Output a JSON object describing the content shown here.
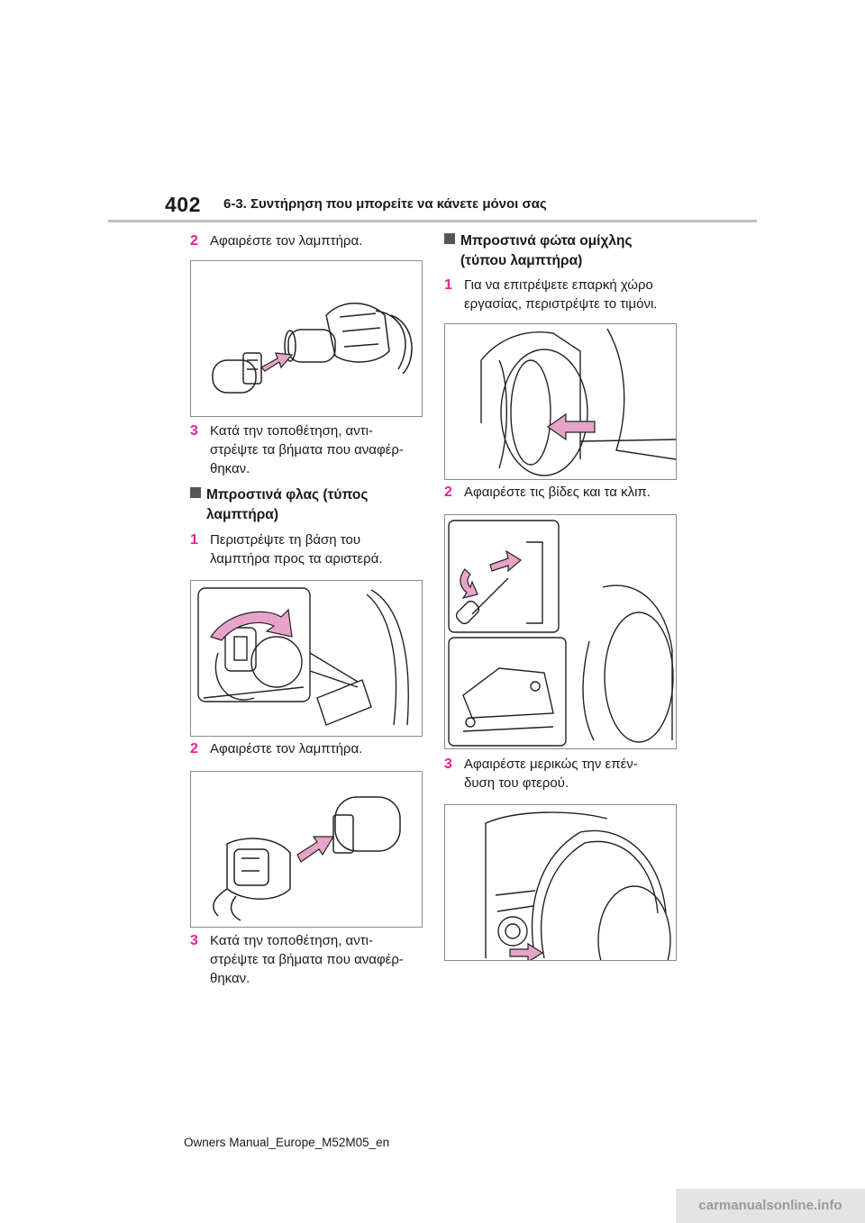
{
  "header": {
    "page_number": "402",
    "section_title": "6-3. Συντήρηση που μπορείτε να κάνετε μόνοι σας"
  },
  "left_column": {
    "step2_top": {
      "num": "2",
      "text": "Αφαιρέστε τον λαμπτήρα."
    },
    "step3_top": {
      "num": "3",
      "lines": [
        "Κατά την τοποθέτηση, αντι-",
        "στρέψτε τα βήματα που αναφέρ-",
        "θηκαν."
      ]
    },
    "turn_signal_heading": {
      "lines": [
        "Μπροστινά φλας (τύπος",
        "λαμπτήρα)"
      ]
    },
    "step1": {
      "num": "1",
      "lines": [
        "Περιστρέψτε τη βάση του",
        "λαμπτήρα προς τα αριστερά."
      ]
    },
    "step2": {
      "num": "2",
      "text": "Αφαιρέστε τον λαμπτήρα."
    },
    "step3": {
      "num": "3",
      "lines": [
        "Κατά την τοποθέτηση, αντι-",
        "στρέψτε τα βήματα που αναφέρ-",
        "θηκαν."
      ]
    }
  },
  "right_column": {
    "fog_heading": {
      "lines": [
        "Μπροστινά φώτα ομίχλης",
        "(τύπου λαμπτήρα)"
      ]
    },
    "step1": {
      "num": "1",
      "lines": [
        "Για να επιτρέψετε επαρκή χώρο",
        "εργασίας, περιστρέψτε το τιμόνι."
      ]
    },
    "step2": {
      "num": "2",
      "text": "Αφαιρέστε τις βίδες και τα κλιπ."
    },
    "step3": {
      "num": "3",
      "lines": [
        "Αφαιρέστε μερικώς την επέν-",
        "δυση του φτερού."
      ]
    }
  },
  "footer": {
    "text": "Owners Manual_Europe_M52M05_en"
  },
  "watermark": {
    "text": "carmanualsonline.info"
  },
  "colors": {
    "accent": "#e91e8c",
    "arrow_fill": "#e8a3c8",
    "frame": "#8a8a8a"
  }
}
